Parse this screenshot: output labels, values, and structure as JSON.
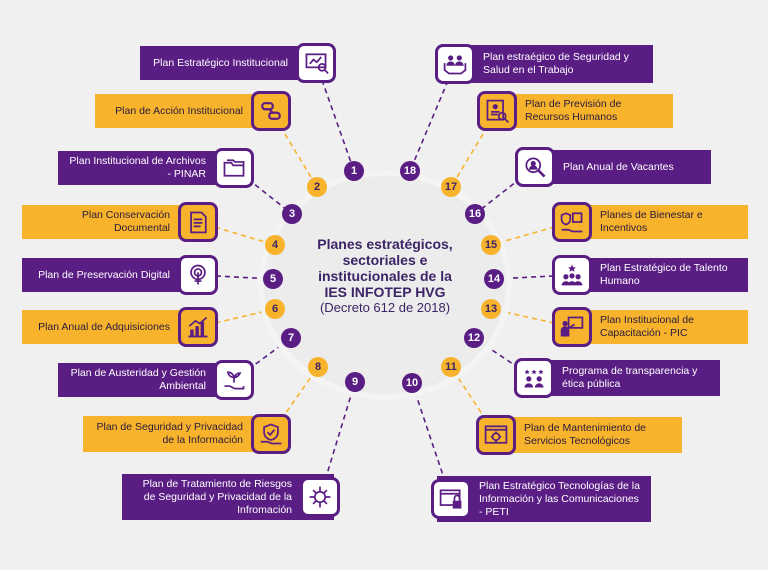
{
  "center": {
    "title_line1": "Planes estratégicos,",
    "title_line2": "sectoriales e",
    "title_line3": "institucionales de la",
    "title_line4": "IES INFOTEP HVG",
    "subtitle": "(Decreto 612 de 2018)"
  },
  "colors": {
    "purple": "#5a1d84",
    "yellow": "#f7b32b",
    "background": "#f0f0f0"
  },
  "plans": [
    {
      "num": "1",
      "label": "Plan Estratégico Institucional",
      "icon": "presentation-chart-icon",
      "color": "purple"
    },
    {
      "num": "2",
      "label": "Plan de Acción Institucional",
      "icon": "chain-link-icon",
      "color": "yellow"
    },
    {
      "num": "3",
      "label": "Plan Institucional de Archivos - PINAR",
      "icon": "folders-icon",
      "color": "purple"
    },
    {
      "num": "4",
      "label": "Plan Conservación Documental",
      "icon": "document-icon",
      "color": "yellow"
    },
    {
      "num": "5",
      "label": "Plan de Preservación Digital",
      "icon": "touch-icon",
      "color": "purple"
    },
    {
      "num": "6",
      "label": "Plan Anual de Adquisiciones",
      "icon": "growth-chart-icon",
      "color": "yellow"
    },
    {
      "num": "7",
      "label": "Plan de Austeridad y Gestión Ambiental",
      "icon": "plant-hand-icon",
      "color": "purple"
    },
    {
      "num": "8",
      "label": "Plan de Seguridad y Privacidad de la Información",
      "icon": "shield-hand-icon",
      "color": "yellow"
    },
    {
      "num": "9",
      "label": "Plan de Tratamiento de Riesgos de Seguridad y Privacidad de la Infromación",
      "icon": "virus-icon",
      "color": "purple"
    },
    {
      "num": "10",
      "label": "Plan Estratégico Tecnologías de la Información y las Comunicaciones - PETI",
      "icon": "secure-browser-icon",
      "color": "purple"
    },
    {
      "num": "11",
      "label": "Plan de Mantenimiento de Servicios Tecnológicos",
      "icon": "gear-browser-icon",
      "color": "yellow"
    },
    {
      "num": "12",
      "label": "Programa de transparencia y ética pública",
      "icon": "rating-people-icon",
      "color": "purple"
    },
    {
      "num": "13",
      "label": "Plan Institucional de Capacitación - PIC",
      "icon": "teacher-board-icon",
      "color": "yellow"
    },
    {
      "num": "14",
      "label": "Plan Estratégico de Talento Humano",
      "icon": "team-star-icon",
      "color": "purple"
    },
    {
      "num": "15",
      "label": "Planes de Bienestar e Incentivos",
      "icon": "benefits-hand-icon",
      "color": "yellow"
    },
    {
      "num": "16",
      "label": "Plan Anual de Vacantes",
      "icon": "person-search-icon",
      "color": "purple"
    },
    {
      "num": "17",
      "label": "Plan de Previsión de Recursos Humanos",
      "icon": "profile-search-icon",
      "color": "yellow"
    },
    {
      "num": "18",
      "label": "Plan estraégico de Seguridad y Salud en el Trabajo",
      "icon": "care-people-icon",
      "color": "purple"
    }
  ]
}
